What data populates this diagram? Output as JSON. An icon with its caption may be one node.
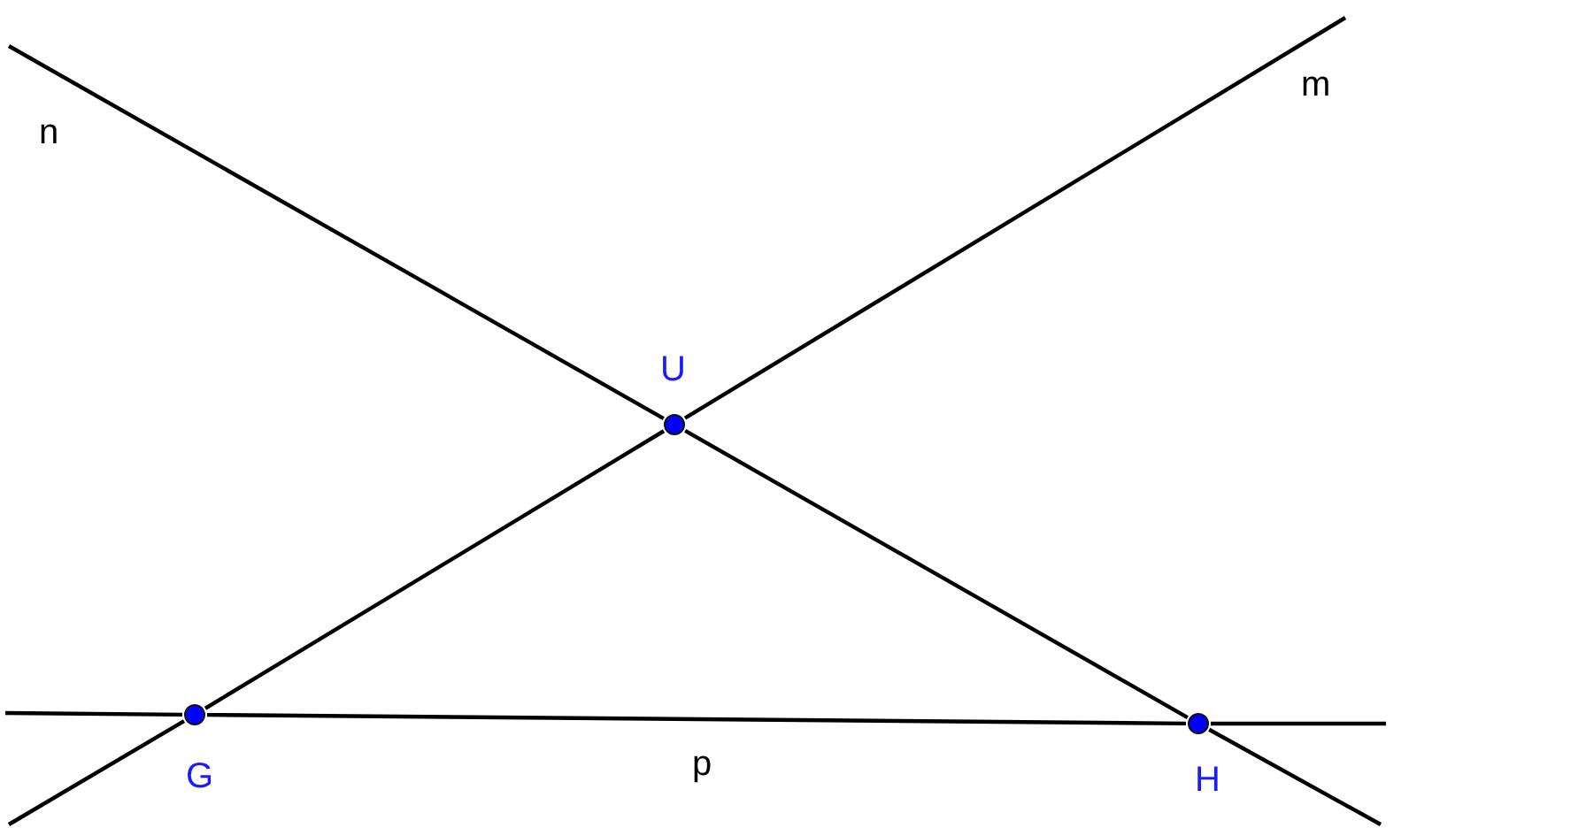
{
  "diagram": {
    "nodes": [
      {
        "text": [
          "U"
        ]
      },
      {
        "text": [
          "G"
        ]
      },
      {
        "text": [
          "H"
        ]
      }
    ],
    "edges": [
      {
        "from": 1,
        "to": 0,
        "arrow": "none"
      },
      {
        "from": 0,
        "to": 2,
        "arrow": "none"
      },
      {
        "from": 1,
        "to": 2,
        "arrow": "none"
      }
    ],
    "labels": [
      "m",
      "n",
      "p"
    ]
  }
}
